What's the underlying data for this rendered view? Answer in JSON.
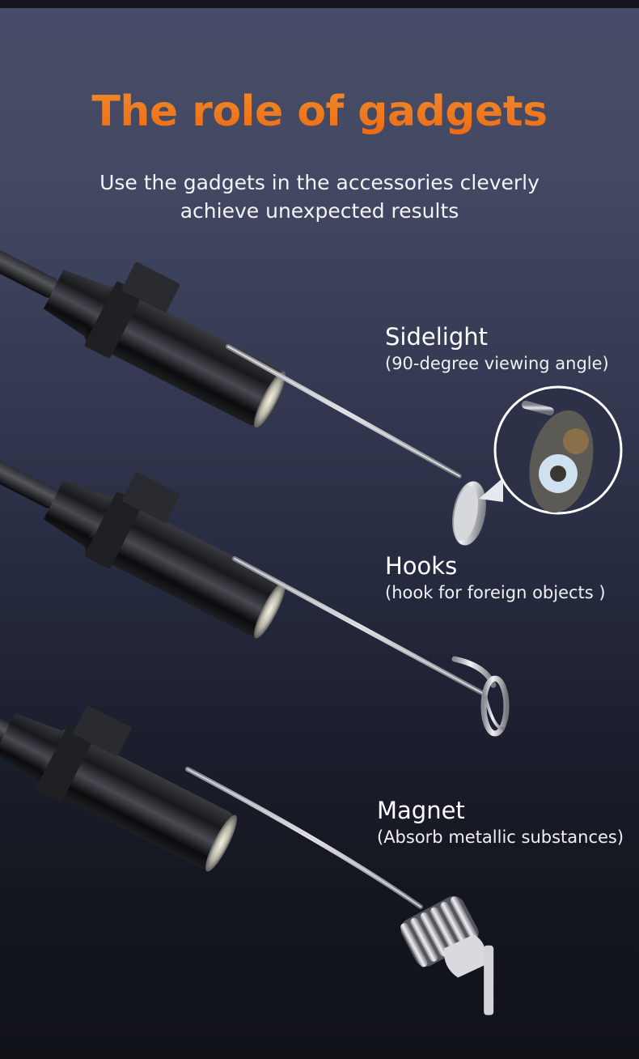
{
  "header": {
    "title": "The role of gadgets",
    "subtitle_line1": "Use the gadgets in the accessories cleverly",
    "subtitle_line2": "achieve unexpected results"
  },
  "gadgets": [
    {
      "name": "Sidelight",
      "description": "(90-degree viewing angle)",
      "icon": "mirror-icon"
    },
    {
      "name": "Hooks",
      "description": "(hook for foreign objects )",
      "icon": "hook-icon"
    },
    {
      "name": "Magnet",
      "description": "(Absorb metallic substances)",
      "icon": "magnet-icon"
    }
  ],
  "colors": {
    "title_orange": "#ee7a1e",
    "background_top": "#474d68",
    "background_bottom": "#101218",
    "text": "#ffffff"
  }
}
